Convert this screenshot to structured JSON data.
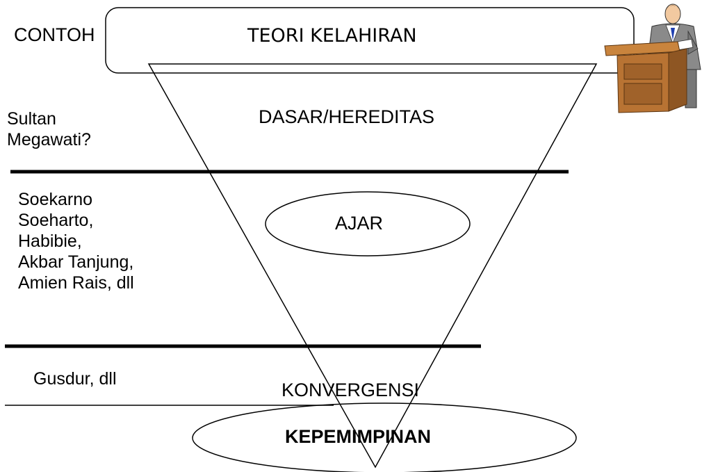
{
  "header": {
    "contoh_label": "CONTOH",
    "title": "TEORI KELAHIRAN"
  },
  "levels": {
    "dasar": "DASAR/HEREDITAS",
    "ajar": "AJAR",
    "konvergensi": "KONVERGENSI",
    "kepemimpinan": "KEPEMIMPINAN"
  },
  "examples": {
    "dasar": [
      "Sultan",
      "Megawati?"
    ],
    "ajar": [
      "Soekarno",
      "Soeharto,",
      "Habibie,",
      "Akbar Tanjung,",
      "Amien Rais, dll"
    ],
    "konvergensi": [
      "Gusdur, dll"
    ]
  },
  "clipart": {
    "icon": "speaker-at-podium-icon"
  }
}
